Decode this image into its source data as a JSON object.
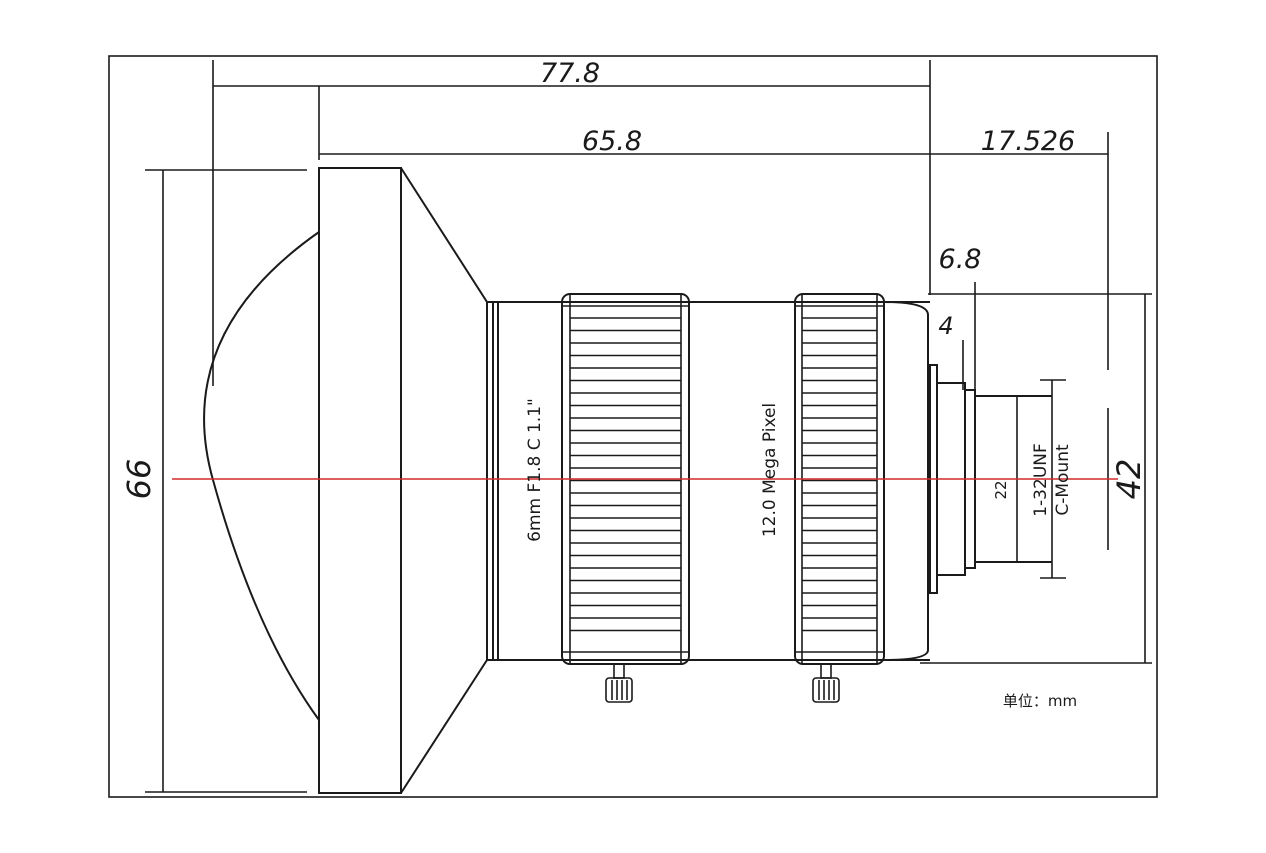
{
  "dimensions": {
    "overall_length": "77.8",
    "body_length": "65.8",
    "back_focal": "17.526",
    "flange_step_a": "6.8",
    "flange_step_b": "4",
    "front_diameter": "66",
    "barrel_diameter": "42",
    "thread_diameter": "22"
  },
  "labels": {
    "lens_spec": "6mm  F1.8  C  1.1\"",
    "megapixel": "12.0 Mega  Pixel",
    "thread_spec": "1-32UNF",
    "mount_type": "C-Mount",
    "unit": "单位：mm"
  },
  "colors": {
    "line": "#1a1a1a",
    "axis": "#d22a2a",
    "background": "#ffffff"
  }
}
